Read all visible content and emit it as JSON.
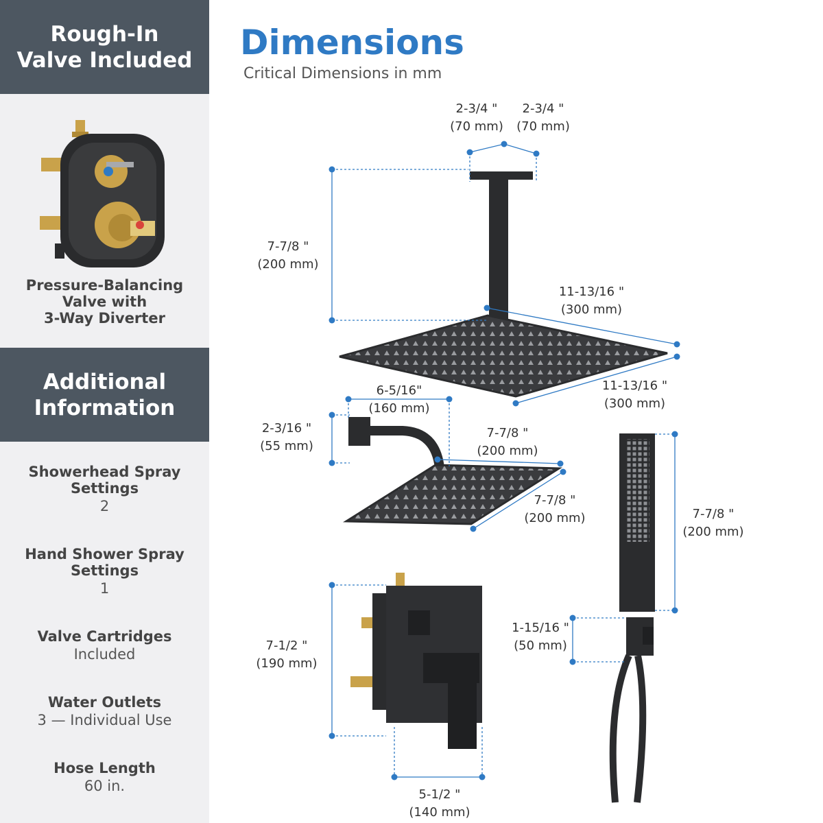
{
  "sidebar": {
    "header1": [
      "Rough-In",
      "Valve Included"
    ],
    "valve_caption": [
      "Pressure-Balancing",
      "Valve with",
      "3-Way Diverter"
    ],
    "header2": [
      "Additional",
      "Information"
    ],
    "specs": [
      {
        "label": [
          "Showerhead Spray",
          "Settings"
        ],
        "value": "2"
      },
      {
        "label": [
          "Hand Shower Spray",
          "Settings"
        ],
        "value": "1"
      },
      {
        "label": [
          "Valve Cartridges"
        ],
        "value": "Included"
      },
      {
        "label": [
          "Water Outlets"
        ],
        "value": "3 — Individual Use"
      },
      {
        "label": [
          "Hose Length"
        ],
        "value": "60 in."
      }
    ]
  },
  "main": {
    "title": "Dimensions",
    "subtitle": "Critical Dimensions in mm",
    "dims": {
      "arm_w1": [
        "2-3/4 \"",
        "(70 mm)"
      ],
      "arm_w2": [
        "2-3/4 \"",
        "(70 mm)"
      ],
      "arm_h": [
        "7-7/8 \"",
        "(200 mm)"
      ],
      "head12_a": [
        "11-13/16 \"",
        "(300 mm)"
      ],
      "head12_b": [
        "11-13/16 \"",
        "(300 mm)"
      ],
      "arm_len": [
        "6-5/16\"",
        "(160 mm)"
      ],
      "flange_h": [
        "2-3/16 \"",
        "(55 mm)"
      ],
      "head8_a": [
        "7-7/8 \"",
        "(200 mm)"
      ],
      "head8_b": [
        "7-7/8 \"",
        "(200 mm)"
      ],
      "hand_len": [
        "7-7/8 \"",
        "(200 mm)"
      ],
      "holder_h": [
        "1-15/16 \"",
        "(50 mm)"
      ],
      "valve_h": [
        "7-1/2 \"",
        "(190 mm)"
      ],
      "valve_w": [
        "5-1/2 \"",
        "(140 mm)"
      ]
    }
  },
  "colors": {
    "header_bg": "#4d5761",
    "accent": "#2f7ac4",
    "sidebar_bg": "#f0f0f2",
    "fixture": "#2b2c2e"
  }
}
